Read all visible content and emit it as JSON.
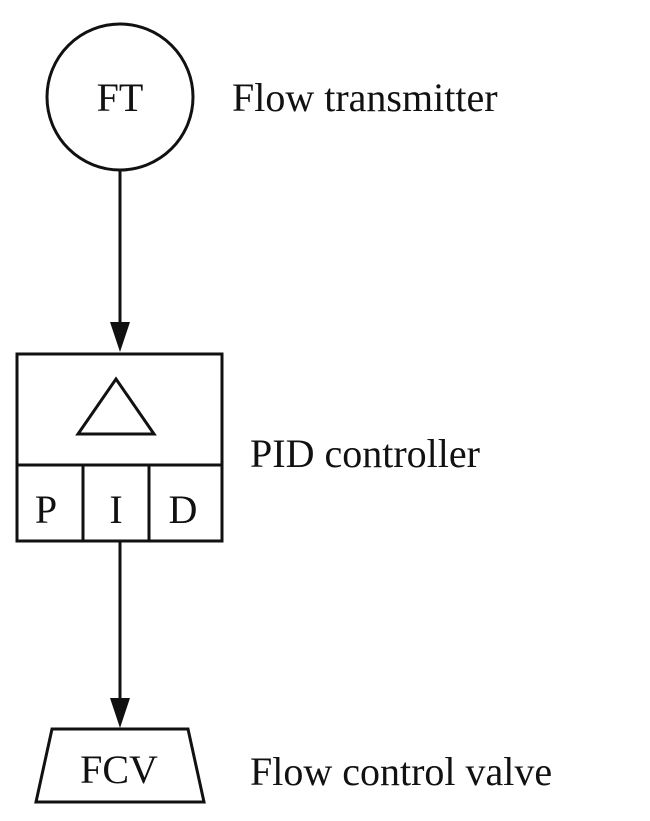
{
  "nodes": {
    "flow_transmitter": {
      "symbol": "FT",
      "label": "Flow transmitter"
    },
    "pid_controller": {
      "cells": [
        "P",
        "I",
        "D"
      ],
      "label": "PID controller"
    },
    "flow_control_valve": {
      "symbol": "FCV",
      "label": "Flow control valve"
    }
  },
  "edges": [
    {
      "from": "flow_transmitter",
      "to": "pid_controller"
    },
    {
      "from": "pid_controller",
      "to": "flow_control_valve"
    }
  ]
}
